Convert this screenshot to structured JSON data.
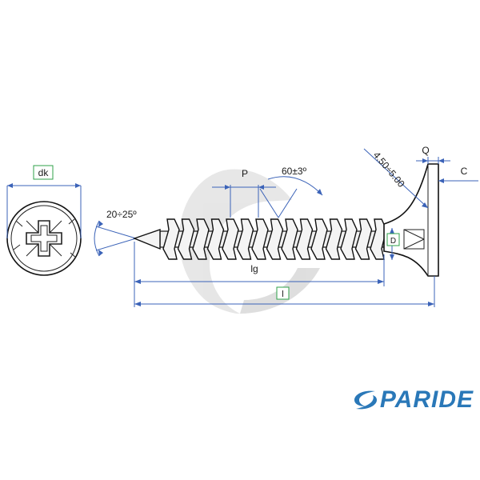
{
  "dimensions": {
    "dk": "dk",
    "tip_angle": "20÷25º",
    "pitch": "P",
    "thread_angle": "60±3º",
    "head_angle": "4.50÷5.00",
    "Q": "Q",
    "C": "C",
    "D": "D",
    "lg": "lg",
    "l": "l"
  },
  "brand": {
    "logo_text": "PARIDE",
    "color": "#2a78b8"
  },
  "colors": {
    "dimension_lines": "#3b63b8",
    "label_boxes": "#2fa24a",
    "watermark": "#d3d3d3"
  }
}
